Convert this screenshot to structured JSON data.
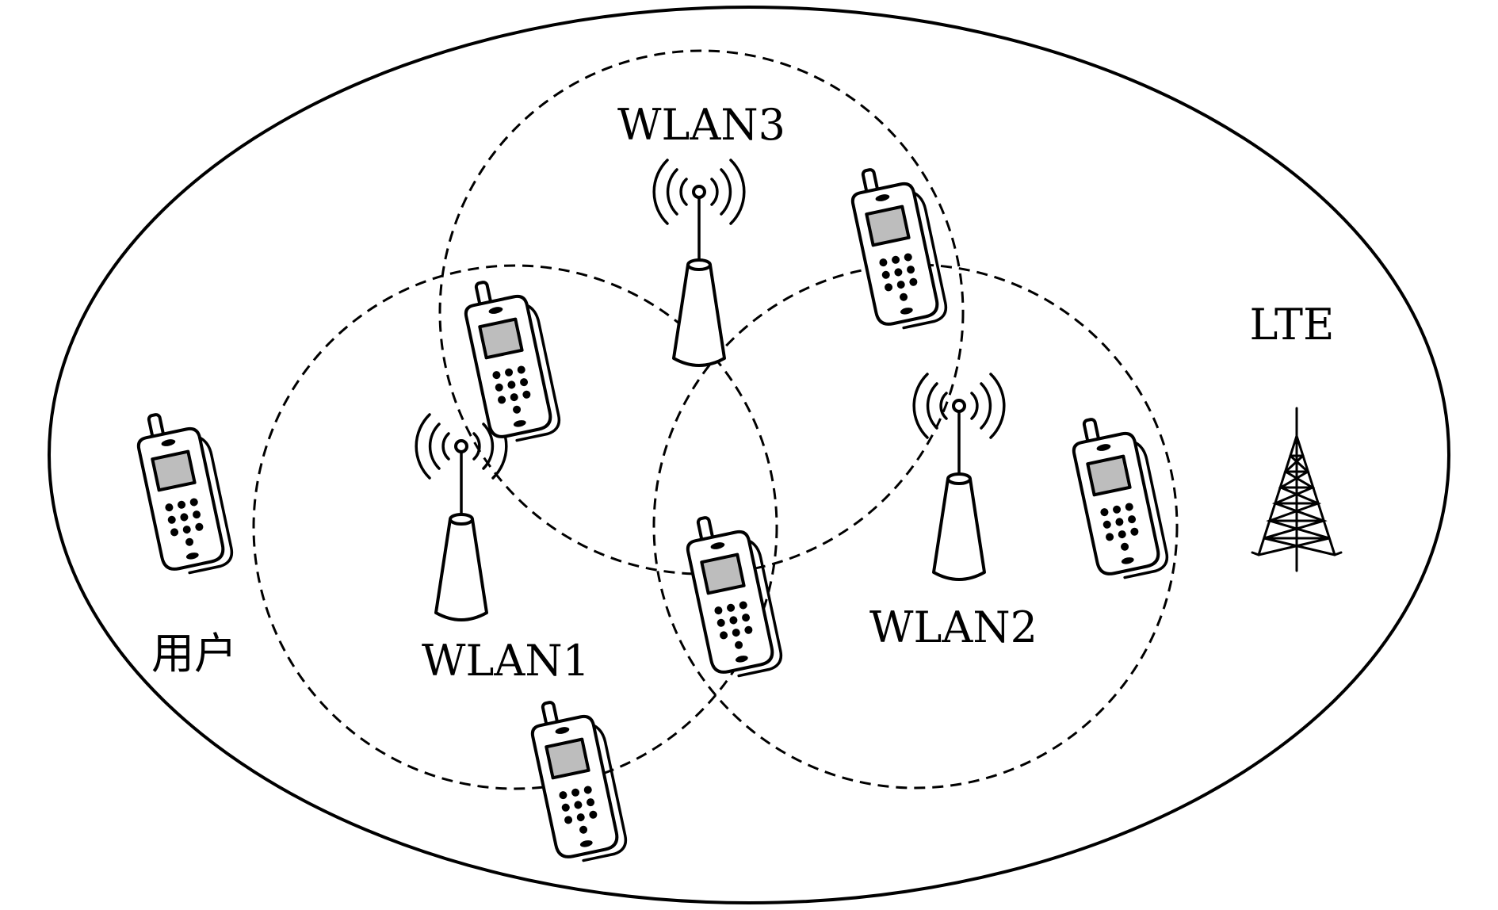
{
  "diagram": {
    "labels": {
      "lte": "LTE",
      "wlan1": "WLAN1",
      "wlan2": "WLAN2",
      "wlan3": "WLAN3",
      "user": "用户"
    },
    "icons": {
      "access_point": "wifi-access-point-icon",
      "phone": "mobile-phone-icon",
      "tower": "lte-tower-icon"
    },
    "line_color": "#000000",
    "background": "#ffffff"
  }
}
